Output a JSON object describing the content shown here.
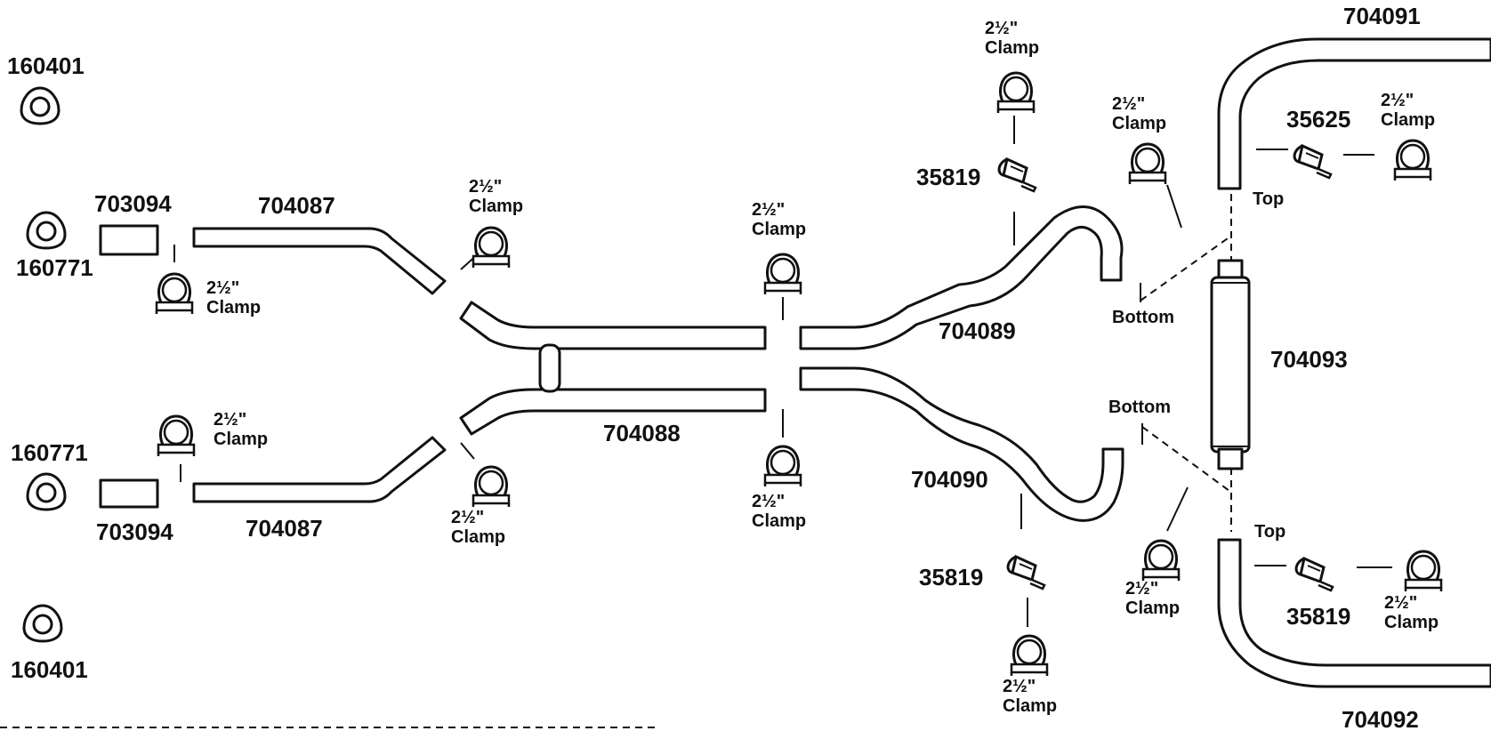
{
  "labels": {
    "p160401_top": "160401",
    "p160771_top": "160771",
    "p703094_top": "703094",
    "p704087_top": "704087",
    "clamp_a_size": "2½\"",
    "clamp_a_word": "Clamp",
    "clamp_b_size": "2½\"",
    "clamp_b_word": "Clamp",
    "clamp_c_size": "2½\"",
    "clamp_c_word": "Clamp",
    "clamp_d_size": "2½\"",
    "clamp_d_word": "Clamp",
    "clamp_e_size": "2½\"",
    "clamp_e_word": "Clamp",
    "clamp_f_size": "2½\"",
    "clamp_f_word": "Clamp",
    "clamp_g_size": "2½\"",
    "clamp_g_word": "Clamp",
    "clamp_h_size": "2½\"",
    "clamp_h_word": "Clamp",
    "clamp_i_size": "2½\"",
    "clamp_i_word": "Clamp",
    "clamp_j_size": "2½\"",
    "clamp_j_word": "Clamp",
    "clamp_k_size": "2½\"",
    "clamp_k_word": "Clamp",
    "clamp_l_size": "2½\"",
    "clamp_l_word": "Clamp",
    "p160771_bot": "160771",
    "p703094_bot": "703094",
    "p704087_bot": "704087",
    "p160401_bot": "160401",
    "p704088": "704088",
    "p704089": "704089",
    "p704090": "704090",
    "p35819_top": "35819",
    "p35819_bot": "35819",
    "p35819_right": "35819",
    "p35625": "35625",
    "p704093": "704093",
    "p704091": "704091",
    "p704092": "704092",
    "bottom_top": "Bottom",
    "bottom_bot": "Bottom",
    "top_top": "Top",
    "top_bot": "Top"
  }
}
